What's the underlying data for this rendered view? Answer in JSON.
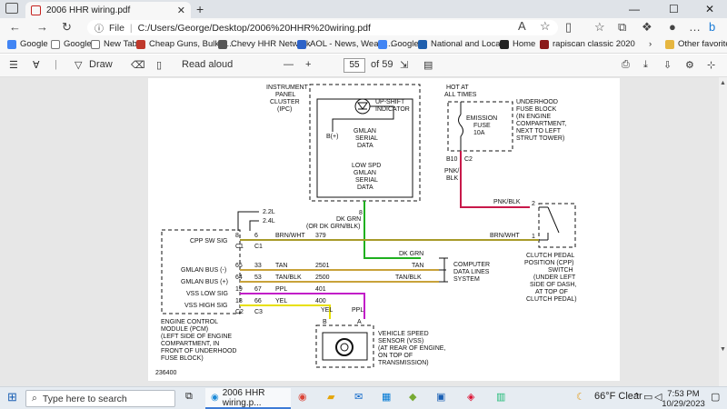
{
  "tab": {
    "title": "2006 HHR wiring.pdf",
    "close": "✕",
    "new": "+"
  },
  "window_controls": {
    "minimize": "—",
    "maximize": "☐",
    "close": "✕"
  },
  "address": {
    "scheme_label": "File",
    "url": "C:/Users/George/Desktop/2006%20HHR%20wiring.pdf"
  },
  "bookmarks": [
    {
      "label": "Google",
      "color": "#4285f4"
    },
    {
      "label": "Google",
      "color": "#777777"
    },
    {
      "label": "New Tab",
      "color": "#777777"
    },
    {
      "label": "Cheap Guns, Bulk A...",
      "color": "#c0392b"
    },
    {
      "label": "Chevy HHR Network",
      "color": "#555555"
    },
    {
      "label": "AOL - News, Weath...",
      "color": "#2d63c8"
    },
    {
      "label": "Google",
      "color": "#4285f4"
    },
    {
      "label": "National and Local...",
      "color": "#1f5fae"
    },
    {
      "label": "Home",
      "color": "#222222"
    },
    {
      "label": "rapiscan classic 2020",
      "color": "#8b1a1a"
    }
  ],
  "other_favorites": "Other favorites",
  "pdf_toolbar": {
    "draw": "Draw",
    "read_aloud": "Read aloud",
    "zoom_out": "—",
    "zoom_in": "+",
    "page": "55",
    "of_pages": "of 59"
  },
  "taskbar": {
    "search_placeholder": "Type here to search",
    "app_label": "2006 HHR wiring.p...",
    "weather": "66°F  Clear",
    "time": "7:53 PM",
    "date": "10/29/2023"
  },
  "diagram": {
    "ipc_label": [
      "INSTRUMENT",
      "PANEL",
      "CLUSTER",
      "(IPC)"
    ],
    "upshift": [
      "UP-SHIFT",
      "INDICATOR"
    ],
    "bplus": "B(+)",
    "gmlan": [
      "GMLAN",
      "SERIAL",
      "DATA"
    ],
    "lowspd": [
      "LOW SPD",
      "GMLAN",
      "SERIAL",
      "DATA"
    ],
    "hot": [
      "HOT AT",
      "ALL TIMES"
    ],
    "fuse_block": [
      "UNDERHOOD",
      "FUSE BLOCK",
      "(IN ENGINE",
      "COMPARTMENT,",
      "NEXT TO LEFT",
      "STRUT TOWER)"
    ],
    "emission": [
      "EMISSION",
      "FUSE",
      "10A"
    ],
    "b10": "B10",
    "c2": "C2",
    "pnkblk_v": [
      "PNK/",
      "BLK"
    ],
    "pnkblk_h": "PNK/BLK",
    "pin2": "2",
    "pin1": "1",
    "pin8": "8",
    "dkgrn_label": [
      "DK GRN",
      "(OR DK GRN/BLK)"
    ],
    "l22": "2.2L",
    "l24": "2.4L",
    "cpp_sw_sig": "CPP SW SIG",
    "c1a": "C1",
    "c1b": "C1",
    "p8": "8",
    "p6": "6",
    "brnwht": "BRN/WHT",
    "w379": "379",
    "brnwht_r": "BRN/WHT",
    "cpp_switch": [
      "CLUTCH PEDAL",
      "POSITION (CPP)",
      "SWITCH",
      "(UNDER LEFT",
      "SIDE OF DASH,",
      "AT TOP OF",
      "CLUTCH PEDAL)"
    ],
    "dkgrn_r": "DK GRN",
    "tan_r": "TAN",
    "tanblk_r": "TAN/BLK",
    "computer": [
      "COMPUTER",
      "DATA LINES",
      "SYSTEM"
    ],
    "gmlan_bus_minus": "GMLAN BUS (-)",
    "gmlan_bus_plus": "GMLAN BUS (+)",
    "vss_low": "VSS LOW SIG",
    "vss_high": "VSS HIGH SIG",
    "rows": [
      {
        "a": "65",
        "b": "33",
        "color": "TAN",
        "circuit": "2501"
      },
      {
        "a": "64",
        "b": "53",
        "color": "TAN/BLK",
        "circuit": "2500"
      },
      {
        "a": "19",
        "b": "67",
        "color": "PPL",
        "circuit": "401"
      },
      {
        "a": "18",
        "b": "66",
        "color": "YEL",
        "circuit": "400"
      }
    ],
    "c2l": "C2",
    "c3l": "C3",
    "yel": "YEL",
    "ppl": "PPL",
    "pinB": "B",
    "pinA": "A",
    "pcm": [
      "ENGINE CONTROL",
      "MODULE (PCM)",
      "(LEFT SIDE OF ENGINE",
      "COMPARTMENT, IN",
      "FRONT OF UNDERHOOD",
      "FUSE BLOCK)"
    ],
    "vss": [
      "VEHICLE SPEED",
      "SENSOR (VSS)",
      "(AT REAR OF ENGINE,",
      "ON TOP OF",
      "TRANSMISSION)"
    ],
    "figure_no": "236400",
    "wire_colors": {
      "green": "#1fb01f",
      "tan": "#c8a23a",
      "olive": "#a89a2a",
      "pink": "#c8194a",
      "purple": "#c21ec8",
      "yellow": "#e8e000",
      "black": "#111111"
    }
  }
}
